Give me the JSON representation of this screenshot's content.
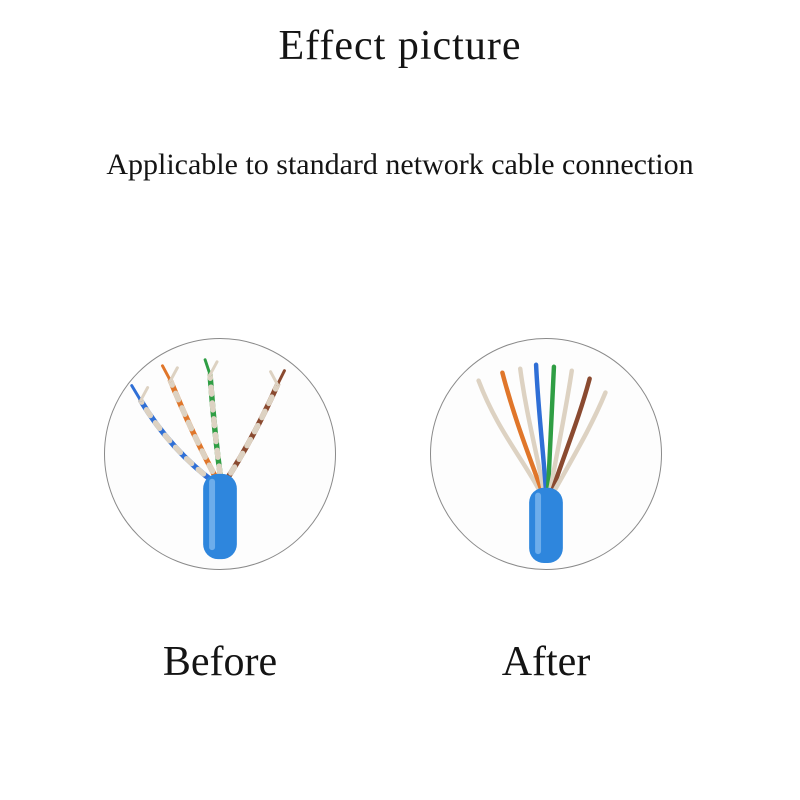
{
  "title": "Effect picture",
  "subtitle": "Applicable to standard network cable connection",
  "before": {
    "label": "Before"
  },
  "after": {
    "label": "After"
  },
  "colors": {
    "cable_jacket": "#2e86dd",
    "cable_jacket_highlight": "#8fc2f2",
    "wire_orange": "#e0762a",
    "wire_green": "#2f9e44",
    "wire_blue": "#2f6fd6",
    "wire_brown": "#8a4a30",
    "wire_white": "#ddd2c2"
  }
}
